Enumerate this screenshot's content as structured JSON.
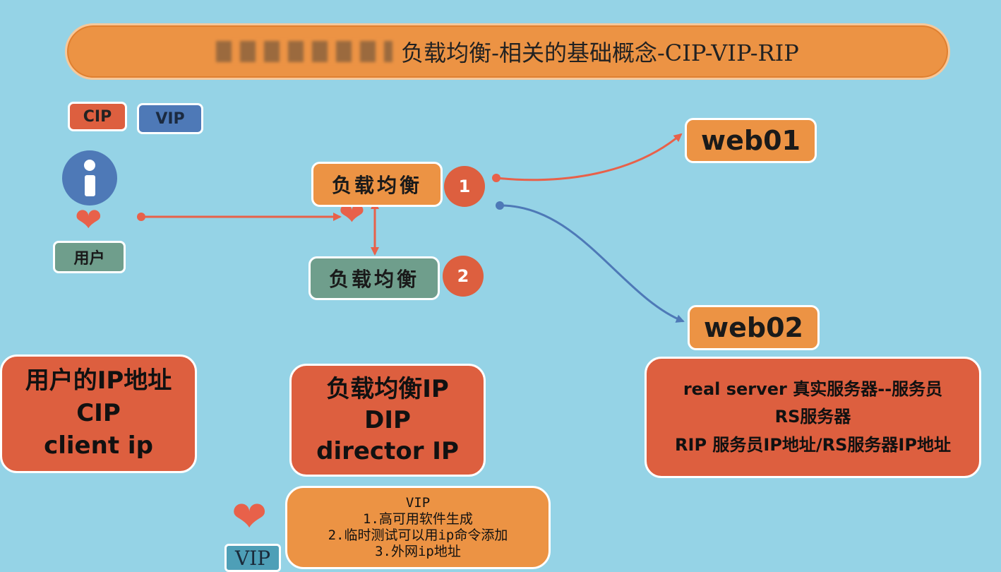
{
  "title": {
    "text": "负载均衡-相关的基础概念-CIP-VIP-RIP"
  },
  "legend": {
    "cip": "CIP",
    "vip": "VIP"
  },
  "user": {
    "label": "用户"
  },
  "load_balancer_1": {
    "label": "负载均衡",
    "number": "1"
  },
  "load_balancer_2": {
    "label": "负载均衡",
    "number": "2"
  },
  "web01": {
    "label": "web01"
  },
  "web02": {
    "label": "web02"
  },
  "cip_box": {
    "line1": "用户的IP地址",
    "line2": "CIP",
    "line3": "client ip"
  },
  "dip_box": {
    "line1": "负载均衡IP",
    "line2": "DIP",
    "line3": "director IP"
  },
  "rip_box": {
    "line1": "real server  真实服务器--服务员",
    "line2": "RS服务器",
    "line3": "RIP 服务员IP地址/RS服务器IP地址"
  },
  "vip_note": {
    "heading": "VIP",
    "item1": "1.高可用软件生成",
    "item2": "2.临时测试可以用ip命令添加",
    "item3": "3.外网ip地址"
  },
  "vip_tag": {
    "label": "VIP"
  },
  "colors": {
    "background": "#95d3e6",
    "orange": "#ec9344",
    "red": "#dd5f3f",
    "blue": "#4e79b7",
    "green": "#6f9e8c"
  }
}
